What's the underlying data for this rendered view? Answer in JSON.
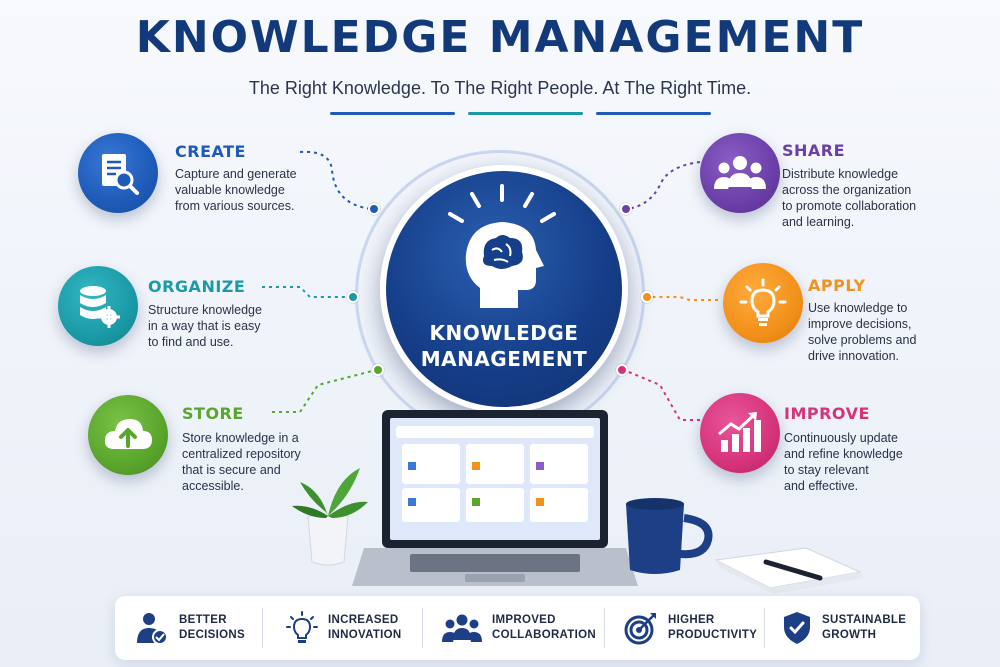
{
  "title": "KNOWLEDGE MANAGEMENT",
  "subtitle": "The Right Knowledge. To The Right People. At The Right Time.",
  "center": {
    "line1": "KNOWLEDGE",
    "line2": "MANAGEMENT"
  },
  "features": {
    "create": {
      "title": "CREATE",
      "lines": [
        "Capture and generate",
        "valuable knowledge",
        "from various sources."
      ],
      "color": "#1e5bb8",
      "icon": "document-search-icon"
    },
    "organize": {
      "title": "ORGANIZE",
      "lines": [
        "Structure knowledge",
        "in a way that is easy",
        "to find and use."
      ],
      "color": "#1a9aa6",
      "icon": "database-gear-icon"
    },
    "store": {
      "title": "STORE",
      "lines": [
        "Store knowledge in a",
        "centralized repository",
        "that is secure and",
        "accessible."
      ],
      "color": "#5aa52c",
      "icon": "cloud-upload-icon"
    },
    "share": {
      "title": "SHARE",
      "lines": [
        "Distribute knowledge",
        "across the organization",
        "to promote collaboration",
        "and learning."
      ],
      "color": "#6b3fa8",
      "icon": "people-icon"
    },
    "apply": {
      "title": "APPLY",
      "lines": [
        "Use knowledge to",
        "improve decisions,",
        "solve problems and",
        "drive innovation."
      ],
      "color": "#f2911b",
      "icon": "lightbulb-icon"
    },
    "improve": {
      "title": "IMPROVE",
      "lines": [
        "Continuously update",
        "and refine knowledge",
        "to stay relevant",
        "and effective."
      ],
      "color": "#d6337a",
      "icon": "growth-chart-icon"
    }
  },
  "benefits": [
    {
      "line1": "BETTER",
      "line2": "DECISIONS",
      "icon": "person-check-icon"
    },
    {
      "line1": "INCREASED",
      "line2": "INNOVATION",
      "icon": "lightbulb-icon"
    },
    {
      "line1": "IMPROVED",
      "line2": "COLLABORATION",
      "icon": "team-icon"
    },
    {
      "line1": "HIGHER",
      "line2": "PRODUCTIVITY",
      "icon": "target-icon"
    },
    {
      "line1": "SUSTAINABLE",
      "line2": "GROWTH",
      "icon": "shield-check-icon"
    }
  ]
}
